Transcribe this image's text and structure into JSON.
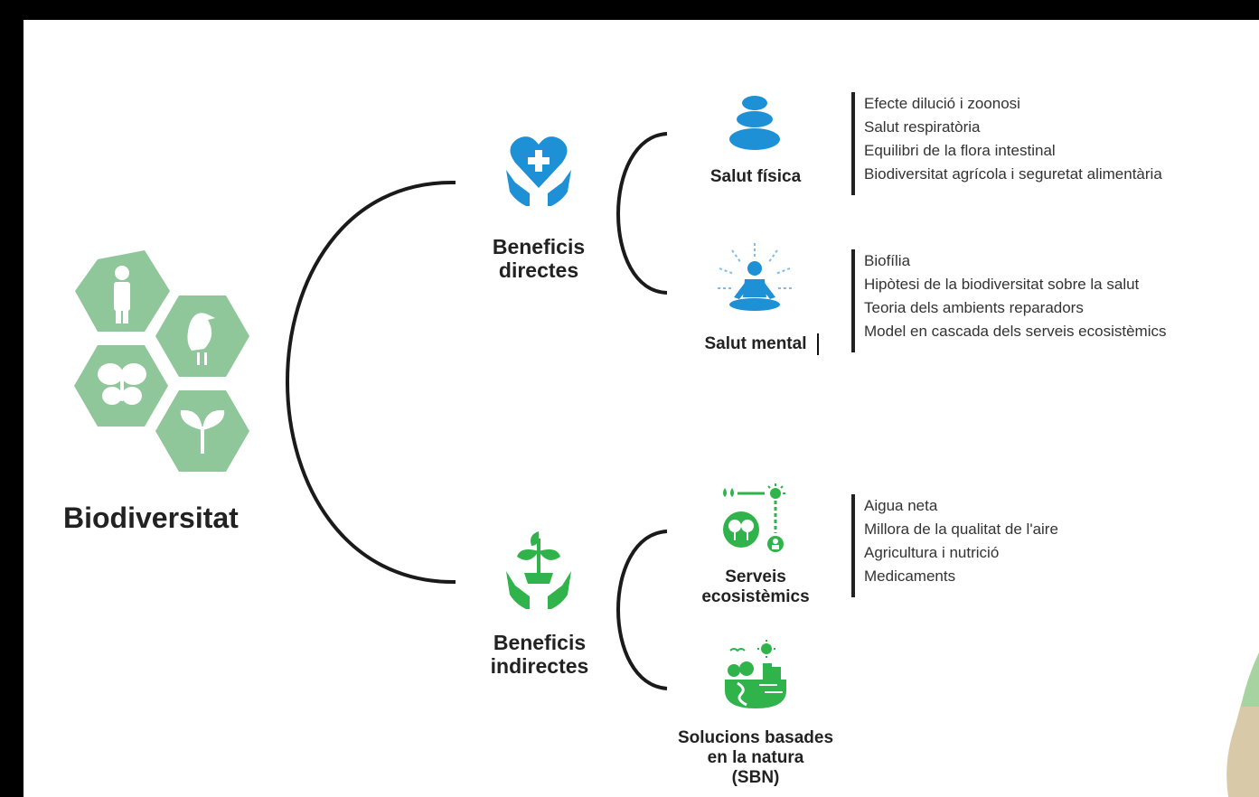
{
  "root": {
    "label": "Biodiversitat"
  },
  "branches": {
    "direct": {
      "label_line1": "Beneficis",
      "label_line2": "directes",
      "children": [
        {
          "label": "Salut física",
          "items": [
            "Efecte dilució i zoonosi",
            "Salut respiratòria",
            "Equilibri de la flora intestinal",
            "Biodiversitat agrícola i seguretat alimentària"
          ]
        },
        {
          "label": "Salut mental",
          "items": [
            "Biofília",
            "Hipòtesi de la biodiversitat sobre la salut",
            "Teoria dels ambients reparadors",
            "Model en cascada dels serveis ecosistèmics"
          ]
        }
      ]
    },
    "indirect": {
      "label_line1": "Beneficis",
      "label_line2": "indirectes",
      "children": [
        {
          "label_line1": "Serveis",
          "label_line2": "ecosistèmics",
          "items": [
            "Aigua neta",
            "Millora de la qualitat de l'aire",
            "Agricultura i nutrició",
            "Medicaments"
          ]
        },
        {
          "label_line1": "Solucions basades",
          "label_line2": "en la natura",
          "label_line3": "(SBN)"
        }
      ]
    }
  },
  "colors": {
    "hex_green": "#8fc79a",
    "blue_icon": "#1e90d6",
    "green_icon": "#2fb34a",
    "text_dark": "#222222",
    "frame": "#000000"
  },
  "icons": {
    "hexagons": [
      "person-icon",
      "bird-icon",
      "butterfly-icon",
      "sprout-icon"
    ],
    "direct": "heart-hands-icon",
    "salut_fisica": "stacked-stones-icon",
    "salut_mental": "meditation-icon",
    "indirect": "plant-hands-icon",
    "serveis": "ecosystem-services-icon",
    "sbn": "nature-city-icon"
  }
}
